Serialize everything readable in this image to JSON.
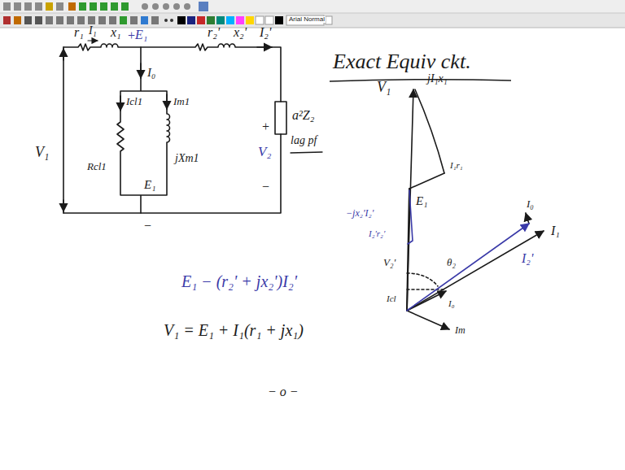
{
  "diagram": {
    "title": "Exact Equiv ckt.",
    "labels": [
      "Arial Normal",
      "r₁",
      "I₁",
      "x₁",
      "+",
      "E₁",
      "I₀",
      "r₂'",
      "x₂'",
      "I₂'",
      "V₁",
      "Icl1",
      "Im1",
      "Rcl1",
      "jXm1",
      "E₁",
      "−",
      "+",
      "V₂",
      "−",
      "a²Z₂",
      "lag pf",
      "E₁ − (r₂' + jx₂')I₂'",
      "V₁ = E₁ + I₁(r₁ + jx₁)",
      "− o −",
      "V₁",
      "jI₁x₁",
      "I₁r₁",
      "E₁",
      "−jx₂'I₂'",
      "I₂'r₂'",
      "V₂'",
      "θ₂",
      "I₂'",
      "I₀",
      "I₁",
      "Icl",
      "I₀",
      "Im"
    ]
  }
}
